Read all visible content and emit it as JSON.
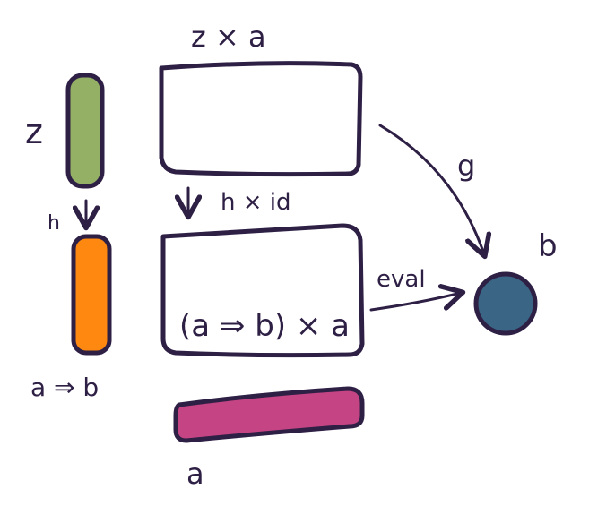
{
  "labels": {
    "z": "z",
    "h": "h",
    "a_to_b": "a ⇒ b",
    "z_times_a": "z × a",
    "h_times_id": "h × id",
    "a_to_b_times_a": "(a ⇒ b) × a",
    "a": "a",
    "g": "g",
    "eval": "eval",
    "b": "b"
  },
  "colors": {
    "ink": "#2e1f45",
    "z_bar": "#93b065",
    "a_to_b_bar": "#ff8810",
    "a_bar": "#c54483",
    "b_dot": "#3a6585",
    "background": "#ffffff"
  }
}
